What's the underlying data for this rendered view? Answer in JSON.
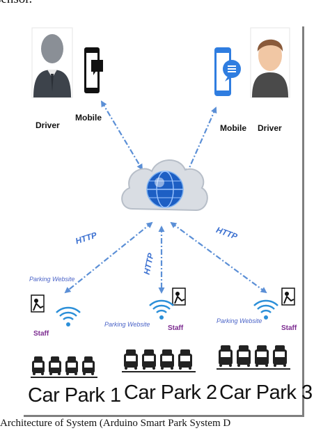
{
  "top_fragment": "sensor.",
  "caption": "Architecture of System (Arduino Smart Park System D",
  "drivers": [
    {
      "device_label": "Mobile",
      "person_label": "Driver"
    },
    {
      "device_label": "Mobile",
      "person_label": "Driver"
    }
  ],
  "http_labels": [
    "HTTP",
    "HTTP",
    "HTTP"
  ],
  "car_parks": [
    {
      "name": "Car Park 1",
      "website_label": "Parking Website",
      "staff_label": "Staff"
    },
    {
      "name": "Car Park 2",
      "website_label": "Parking Website",
      "staff_label": "Staff"
    },
    {
      "name": "Car Park 3",
      "website_label": "Parking Website",
      "staff_label": "Staff"
    }
  ],
  "colors": {
    "arrow": "#5b8fd6",
    "phone_blue": "#2f7de0",
    "cloud": "#d9dde3",
    "globe": "#1d5fc4",
    "wifi": "#2b8fd8"
  }
}
